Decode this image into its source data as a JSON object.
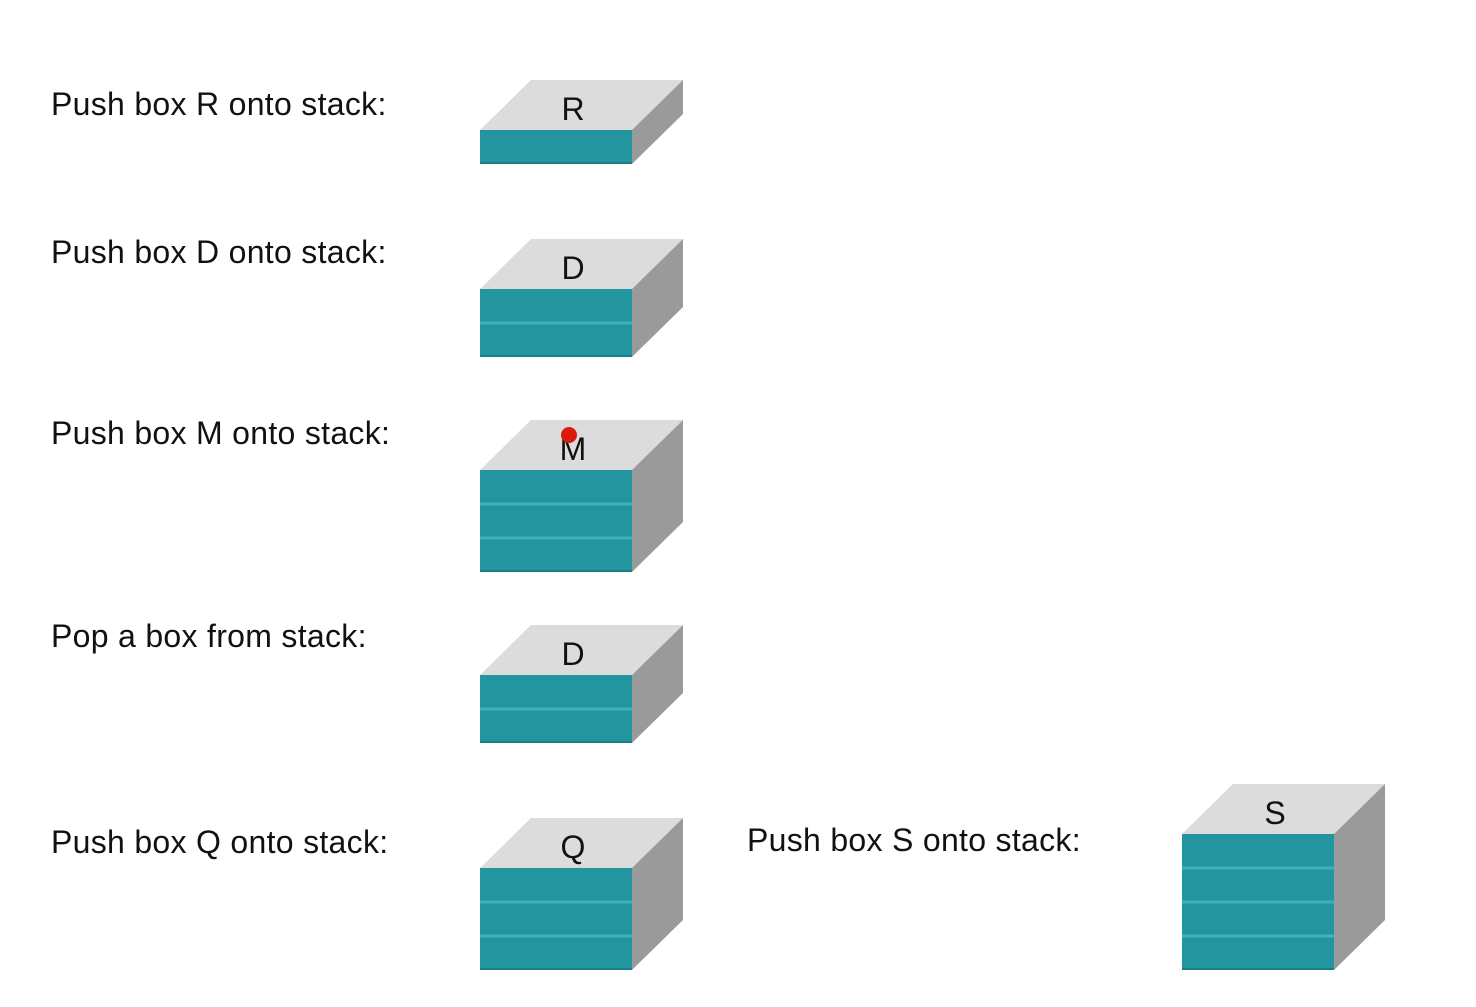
{
  "colors": {
    "front": "#22959F",
    "front_divider": "#3FB3BD",
    "front_edge": "#1B7F88",
    "top": "#DCDCDC",
    "side": "#9A9A9A",
    "pointer": "#D91A0E"
  },
  "steps": [
    {
      "label": "Push box R onto stack:",
      "top_box": "R",
      "box_count": 1,
      "pointer_dot": false
    },
    {
      "label": "Push box D onto stack:",
      "top_box": "D",
      "box_count": 2,
      "pointer_dot": false
    },
    {
      "label": "Push box M onto stack:",
      "top_box": "M",
      "box_count": 3,
      "pointer_dot": true
    },
    {
      "label": "Pop a box from stack:",
      "top_box": "D",
      "box_count": 2,
      "pointer_dot": false
    },
    {
      "label": "Push box Q onto stack:",
      "top_box": "Q",
      "box_count": 3,
      "pointer_dot": false
    },
    {
      "label": "Push box S onto stack:",
      "top_box": "S",
      "box_count": 4,
      "pointer_dot": false
    }
  ]
}
